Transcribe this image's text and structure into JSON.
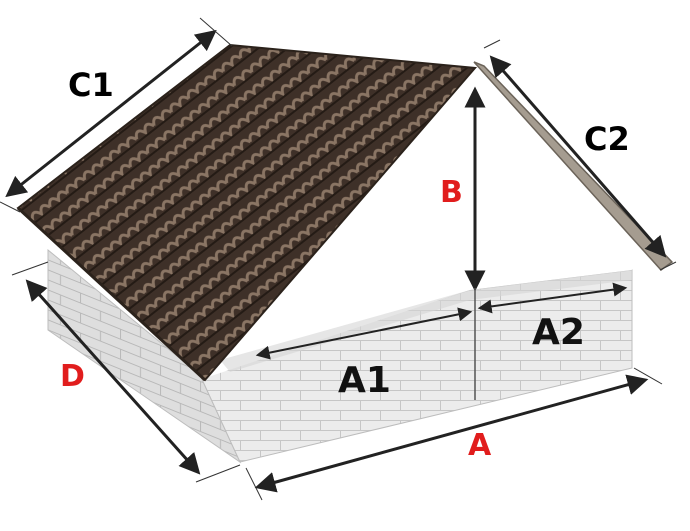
{
  "labels": {
    "c1": "C1",
    "c2": "C2",
    "b": "B",
    "d": "D",
    "a": "A",
    "a1": "A1",
    "a2": "A2"
  },
  "colors": {
    "dimension_black": "#000000",
    "dimension_red": "#e11d1d",
    "roof_tile": "#4a3a2e",
    "wall_brick": "#e9e9e9"
  }
}
